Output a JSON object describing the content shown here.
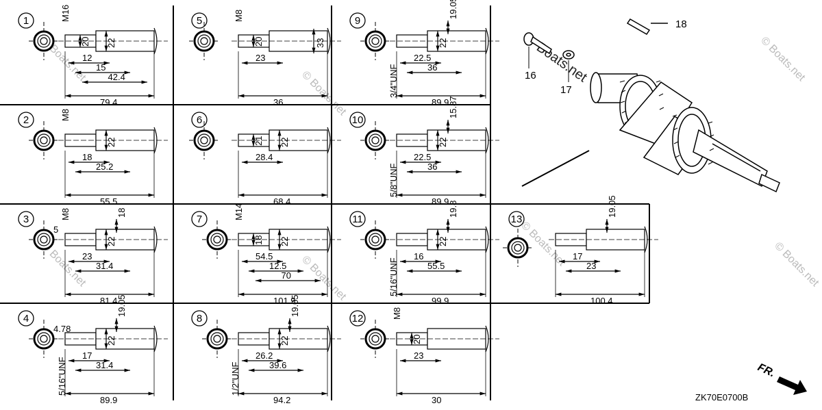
{
  "diagram_code": "ZK70E0700B",
  "watermark": "© Boats.net",
  "watermark_main": "Boats.net",
  "direction_label": "FR.",
  "exploded_view": {
    "callouts": [
      "16",
      "17",
      "18"
    ]
  },
  "shafts": [
    {
      "id": "1",
      "labels": {
        "thread": "M16",
        "d_small": "20",
        "d_main": "22",
        "a": "12",
        "b": "15",
        "c": "42.4",
        "total": "79.4"
      }
    },
    {
      "id": "2",
      "labels": {
        "thread": "M8",
        "d_main": "22",
        "a": "18",
        "b": "25.2",
        "total": "55.5"
      }
    },
    {
      "id": "3",
      "labels": {
        "key": "5",
        "thread": "M8",
        "d_key": "18",
        "d_main": "22",
        "a": "23",
        "b": "31.4",
        "total": "81.4"
      }
    },
    {
      "id": "4",
      "labels": {
        "key": "4.78",
        "d_key": "19.05",
        "d_main": "22",
        "a": "17",
        "b": "31.4",
        "total": "89.9",
        "thread": "5/16\"UNF"
      }
    },
    {
      "id": "5",
      "labels": {
        "thread": "M8",
        "d_small": "20",
        "d_out": "33",
        "a": "23",
        "total": "36"
      }
    },
    {
      "id": "6",
      "labels": {
        "d_small": "21",
        "d_main": "22",
        "a": "28.4",
        "total": "68.4"
      }
    },
    {
      "id": "7",
      "labels": {
        "thread": "M14",
        "a": "54.5",
        "d_small": "18",
        "d_main": "22",
        "b": "12.5",
        "c": "70",
        "total": "101.9"
      }
    },
    {
      "id": "8",
      "labels": {
        "d_key": "19.05",
        "d_main": "22",
        "thread": "1/2\"UNF",
        "a": "26.2",
        "b": "39.6",
        "total": "94.2"
      }
    },
    {
      "id": "9",
      "labels": {
        "a": "22.5",
        "d_key": "19.05",
        "d_main": "22",
        "thread": "3/4\"UNF",
        "b": "36",
        "total": "89.9"
      }
    },
    {
      "id": "10",
      "labels": {
        "a": "22.5",
        "d_main": "22",
        "d_key": "15.87",
        "b": "36",
        "thread": "5/8\"UNF",
        "total": "89.9"
      }
    },
    {
      "id": "11",
      "labels": {
        "a": "16",
        "d_key": "19.8",
        "d_main": "22",
        "b": "55.5",
        "thread": "5/16\"UNF",
        "total": "99.9"
      }
    },
    {
      "id": "12",
      "labels": {
        "thread": "M8",
        "d_small": "20",
        "a": "23",
        "total": "30"
      }
    },
    {
      "id": "13",
      "labels": {
        "a": "17",
        "d_key": "19.05",
        "b": "23",
        "total": "100.4"
      }
    }
  ]
}
